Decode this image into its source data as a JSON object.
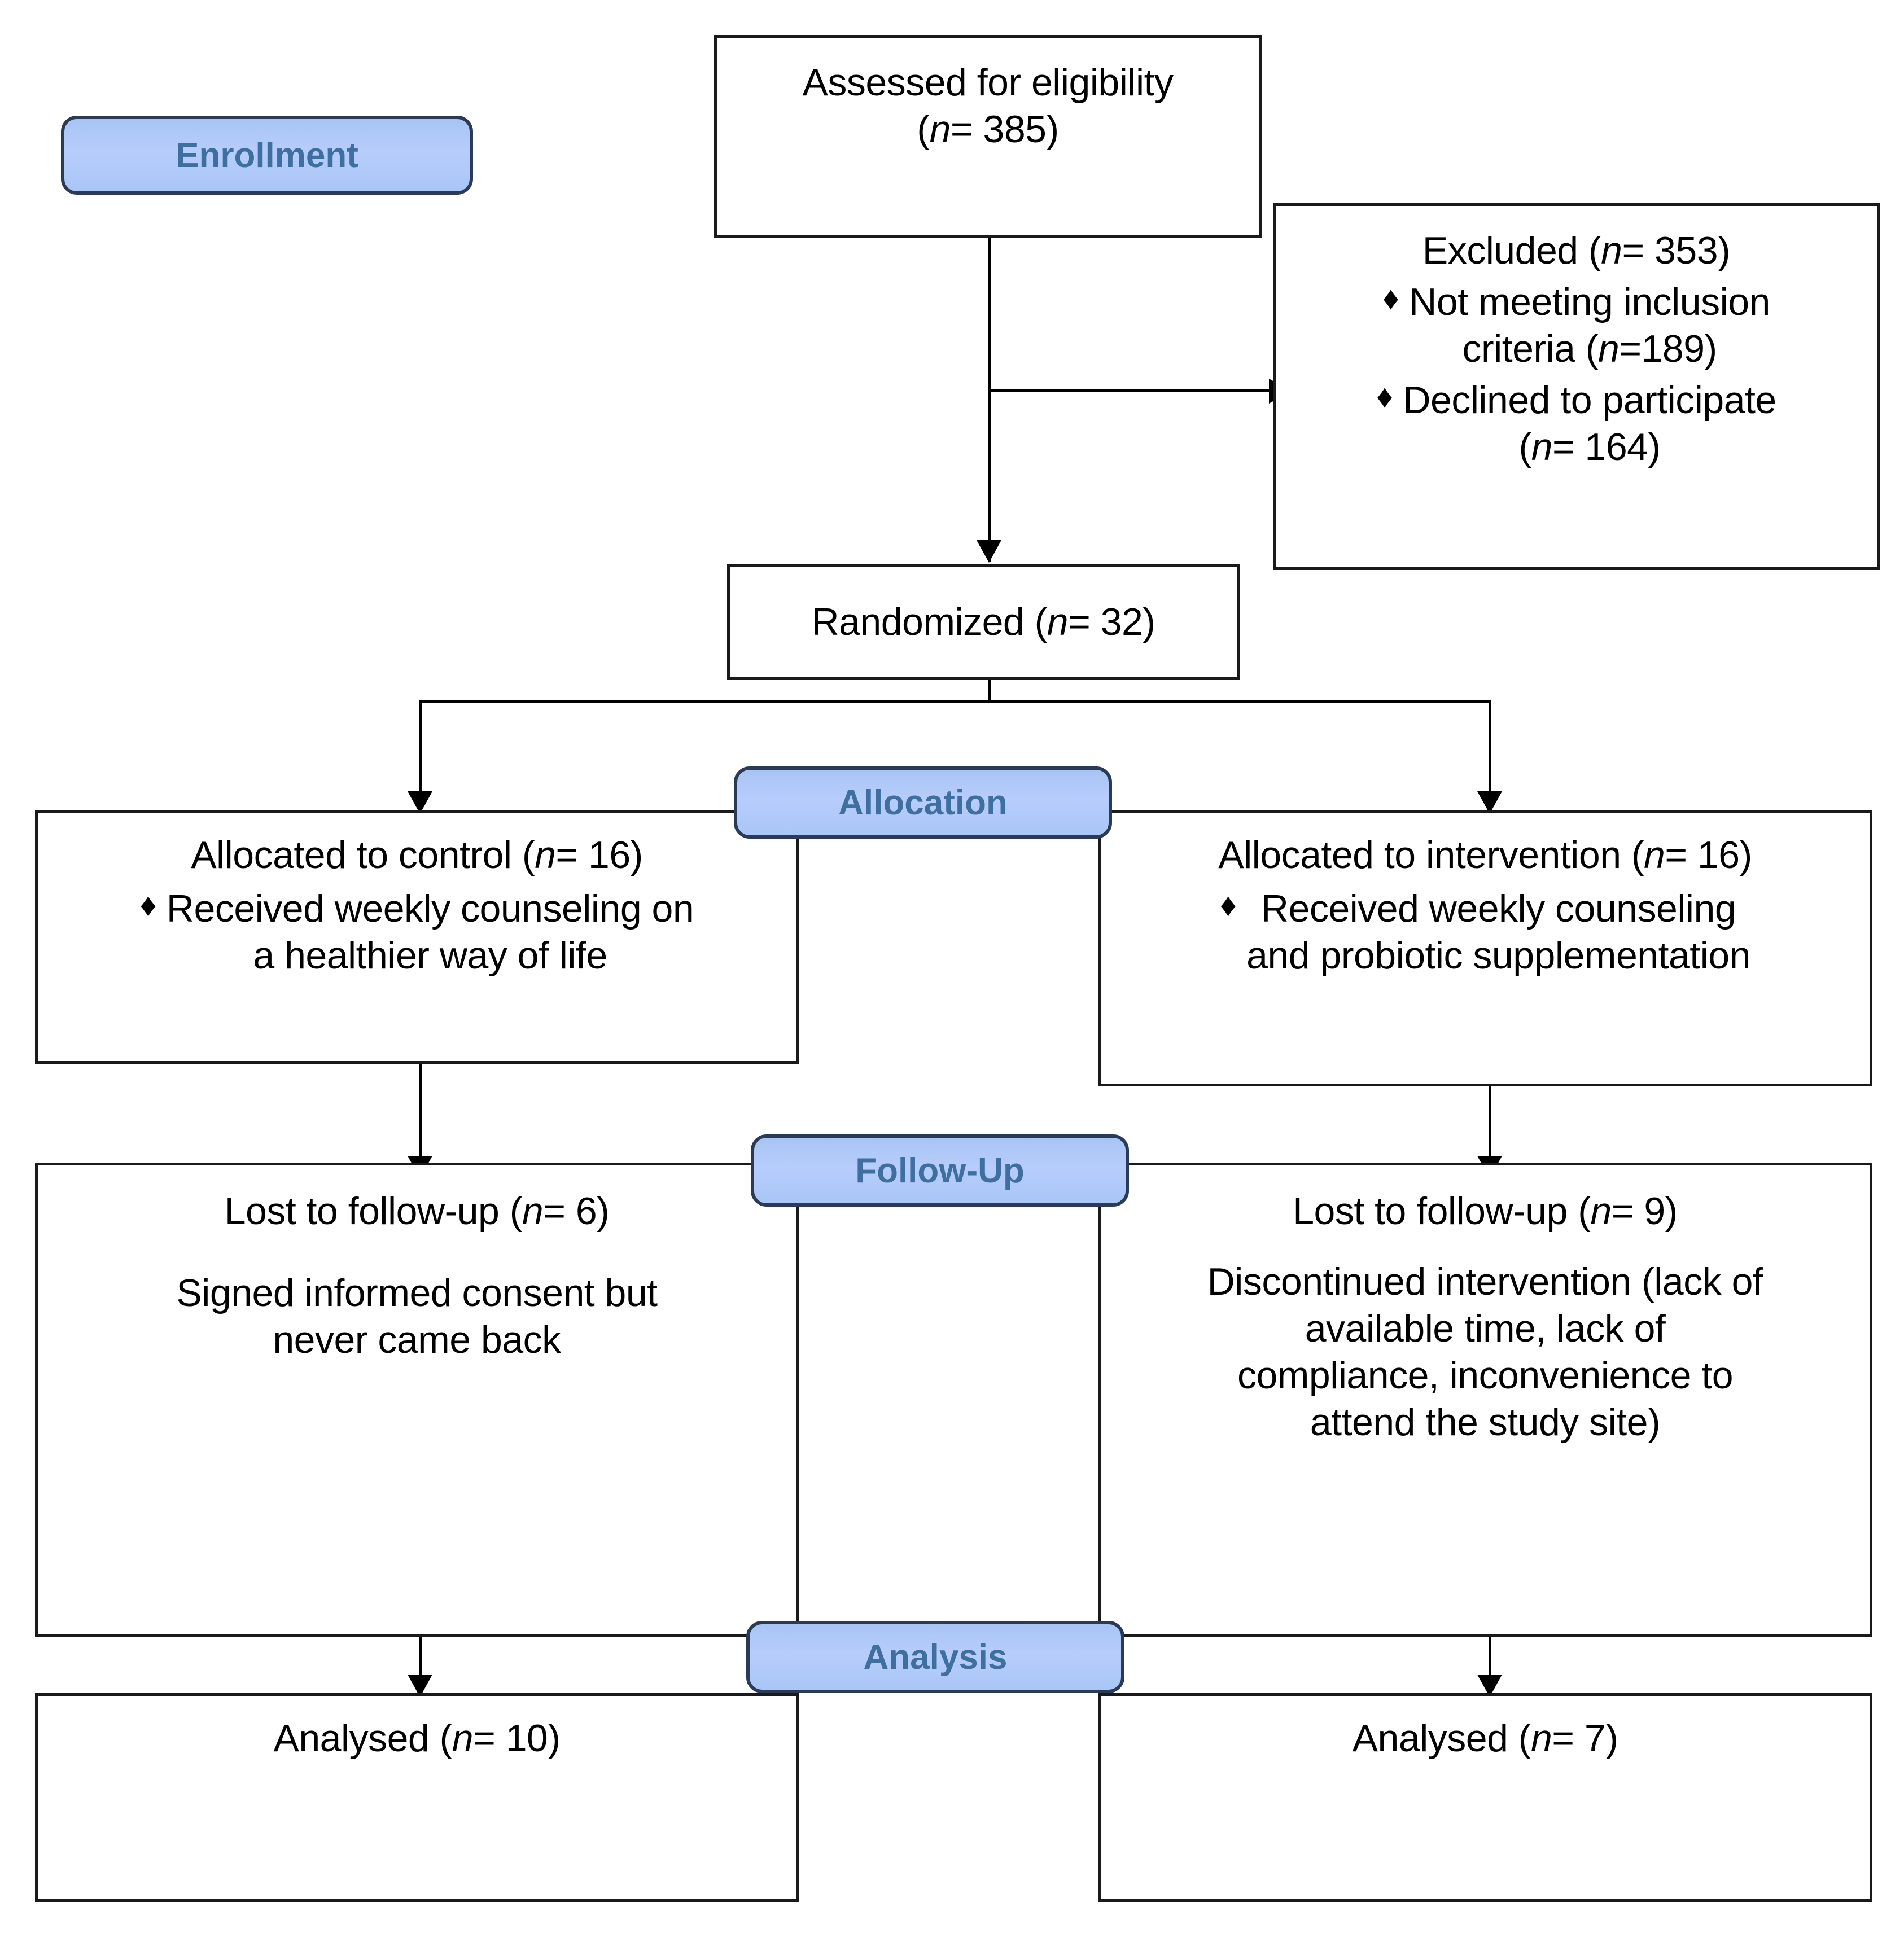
{
  "diagram": {
    "type": "CONSORT participant flow diagram",
    "stages": [
      {
        "id": "enrollment",
        "label": "Enrollment"
      },
      {
        "id": "allocation",
        "label": "Allocation"
      },
      {
        "id": "followup",
        "label": "Follow-Up"
      },
      {
        "id": "analysis",
        "label": "Analysis"
      }
    ],
    "accent_color": "#b0c9f7",
    "accent_border_color": "#2b3a55",
    "accent_text_color": "#3f6f9e",
    "box_border_color": "#1a1a1a"
  },
  "assessed": {
    "line1": "Assessed for eligibility",
    "n_open": "(",
    "n_italic": "n",
    "n_value": "= 385)"
  },
  "excluded": {
    "title_text": "Excluded (",
    "title_italic": "n",
    "title_value": "= 353)",
    "bullets": [
      {
        "marker": "♦",
        "line1": "Not meeting inclusion",
        "line2_pre": "criteria (",
        "line2_italic": "n",
        "line2_post": "=189)"
      },
      {
        "marker": "♦",
        "line1": "Declined to participate",
        "line2_pre": "(",
        "line2_italic": "n",
        "line2_post": "= 164)"
      }
    ]
  },
  "randomized": {
    "text_pre": "Randomized (",
    "text_italic": "n",
    "text_post": "= 32)"
  },
  "allocation_control": {
    "title_pre": "Allocated to control (",
    "title_italic": "n",
    "title_post": "= 16)",
    "bullet_marker": "♦",
    "bullet_line1": "Received weekly counseling on",
    "bullet_line2": "a healthier way of life"
  },
  "allocation_intervention": {
    "title_pre": "Allocated to intervention (",
    "title_italic": "n",
    "title_post": "= 16)",
    "bullet_marker": "♦",
    "bullet_line1": "Received weekly counseling",
    "bullet_line2": "and probiotic supplementation"
  },
  "followup_control": {
    "title_pre": "Lost to follow-up (",
    "title_italic": "n",
    "title_post": "= 6)",
    "body_line1": "Signed informed consent but",
    "body_line2": "never came back"
  },
  "followup_intervention": {
    "title_pre": "Lost to follow-up (",
    "title_italic": "n",
    "title_post": "= 9)",
    "body_line1": "Discontinued intervention (lack of",
    "body_line2": "available time, lack of",
    "body_line3": "compliance, inconvenience to",
    "body_line4": "attend the study site)"
  },
  "analysis_control": {
    "text_pre": "Analysed (",
    "text_italic": "n",
    "text_post": "= 10)"
  },
  "analysis_intervention": {
    "text_pre": "Analysed (",
    "text_italic": "n",
    "text_post": "= 7)"
  },
  "counts": {
    "assessed_for_eligibility": 385,
    "excluded_total": 353,
    "not_meeting_inclusion_criteria": 189,
    "declined_to_participate": 164,
    "randomized": 32,
    "allocated_control": 16,
    "allocated_intervention": 16,
    "lost_to_followup_control": 6,
    "lost_to_followup_intervention": 9,
    "analysed_control": 10,
    "analysed_intervention": 7
  }
}
